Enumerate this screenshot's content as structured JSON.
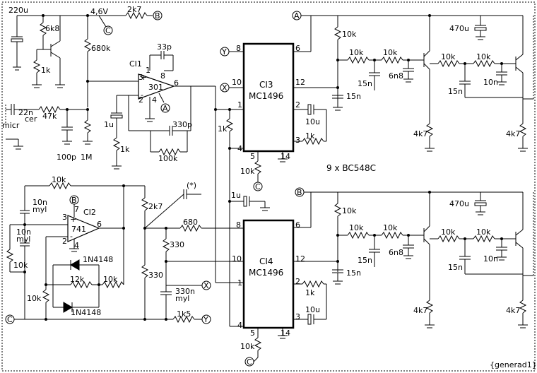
{
  "labels": {
    "c220u": "220u",
    "v46": "4,6V",
    "r2k7top": "2k7",
    "nodeB": "B",
    "nodeC": "C",
    "nodeA": "A",
    "nodeY": "Y",
    "nodeX": "X",
    "r6k8": "6k8",
    "r1k_a": "1k",
    "r680k": "680k",
    "ci1": "CI1",
    "c33p": "33p",
    "op301": "301",
    "p3": "3",
    "p2": "2",
    "p1": "1",
    "p8": "8",
    "p4": "4",
    "p6": "6",
    "c22n": "22n",
    "r47k": "47k",
    "micr": "micr",
    "cer": "cer",
    "c1u": "1u",
    "r1k_b": "1k",
    "c330p": "330p",
    "r100k": "100k",
    "c100p": "100p",
    "r1M": "1M",
    "ci3": "CI3",
    "mc1496a": "MC1496",
    "p8a": "8",
    "p10a": "10",
    "p1a": "1",
    "p4a": "4",
    "p5a": "5",
    "p14a": "14",
    "p6a": "6",
    "p12a": "12",
    "p2a": "2",
    "p3a": "3",
    "r1k_c": "1k",
    "c10u_a": "10u",
    "r1k_d": "1k",
    "r10k_a": "10k",
    "bc548c": "9 x BC548C",
    "r10k_top": "10k",
    "c10n_myl": "10n",
    "myl1": "myl",
    "c10n_myl2": "10n",
    "myl2": "myl",
    "r10k_b": "10k",
    "ci2": "CI2",
    "op741": "741",
    "q7": "7",
    "q3": "3",
    "q2": "2",
    "q4": "4",
    "q6": "6",
    "d1": "1N4148",
    "d2": "1N4148",
    "r12k": "12k",
    "r10k_c": "10k",
    "r10k_d": "10k",
    "r2k7_b": "2k7",
    "cstar": "(*)",
    "c1u_b": "1u",
    "r680": "680",
    "r330a": "330",
    "r330b": "330",
    "c330n": "330n",
    "myl3": "myl",
    "r1k5": "1k5",
    "ci4": "CI4",
    "mc1496b": "MC1496",
    "p8b": "8",
    "p10b": "10",
    "p1b": "1",
    "p4b": "4",
    "p5b": "5",
    "p14b": "14",
    "p6b": "6",
    "p12b": "12",
    "p2b": "2",
    "p3b": "3",
    "r1k_e": "1k",
    "c10u_b": "10u",
    "r10k_e": "10k",
    "amp1": {
      "r10k_1": "10k",
      "r10k_2": "10k",
      "r10k_3": "10k",
      "c470u": "470u",
      "c6n8": "6n8",
      "c15n_1": "15n",
      "c15n_2": "15n",
      "r10k_4": "10k",
      "r10k_5": "10k",
      "c10n": "10n",
      "c15n_3": "15n",
      "r4k7_1": "4k7",
      "r4k7_2": "4k7"
    },
    "amp2": {
      "r10k_1": "10k",
      "r10k_2": "10k",
      "r10k_3": "10k",
      "c470u": "470u",
      "c6n8": "6n8",
      "c15n_1": "15n",
      "c15n_2": "15n",
      "r10k_4": "10k",
      "r10k_5": "10k",
      "c10n": "10n",
      "c15n_3": "15n",
      "r4k7_1": "4k7",
      "r4k7_2": "4k7"
    },
    "title": "{generad1}"
  }
}
